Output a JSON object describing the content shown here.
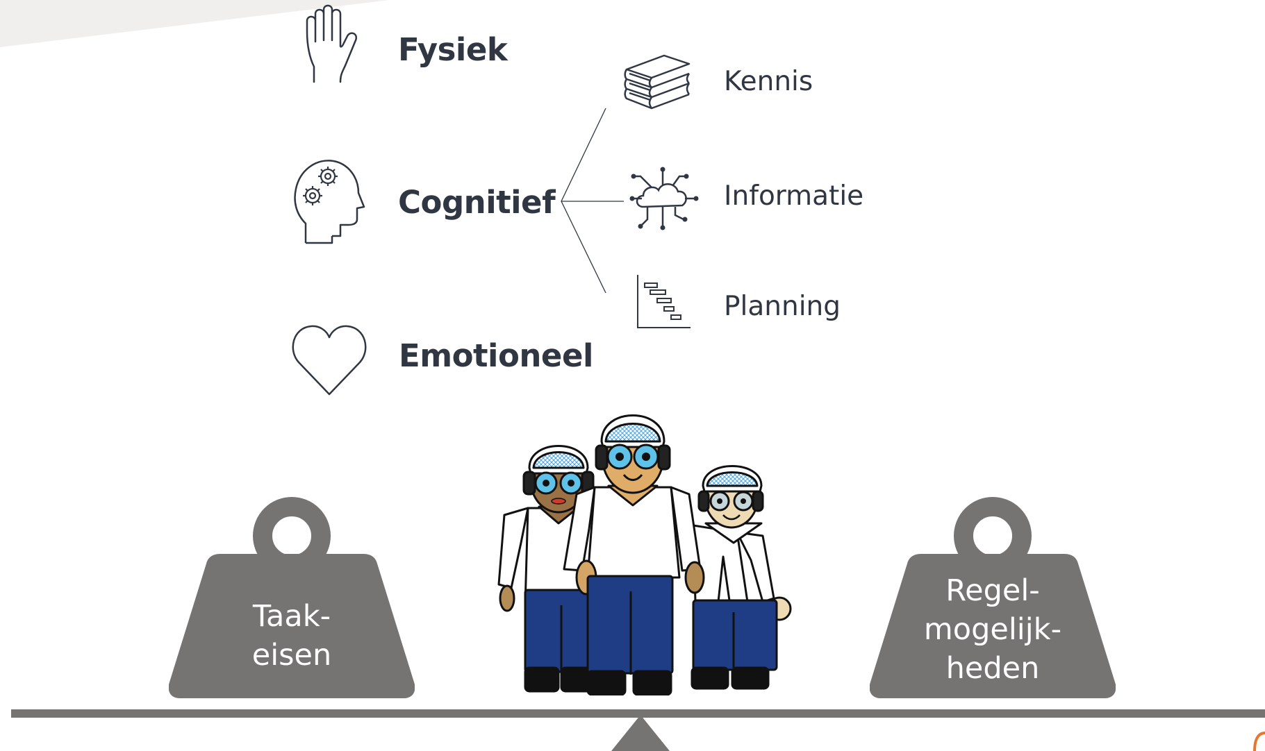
{
  "demands": {
    "fysiek": "Fysiek",
    "cognitief": "Cognitief",
    "emotioneel": "Emotioneel"
  },
  "cognitive_subtypes": {
    "kennis": "Kennis",
    "informatie": "Informatie",
    "planning": "Planning"
  },
  "weights": {
    "left_line1": "Taak-",
    "left_line2": "eisen",
    "right_line1": "Regel-",
    "right_line2": "mogelijk-",
    "right_line3": "heden"
  },
  "icons": [
    "hand-icon",
    "head-gears-icon",
    "heart-icon",
    "books-icon",
    "cloud-network-icon",
    "gantt-chart-icon",
    "worker-group-icon"
  ],
  "colors": {
    "text": "#303642",
    "weight": "#767373",
    "beam": "#767373",
    "jeans": "#1f3d85",
    "lens": "#5fc2e8"
  }
}
